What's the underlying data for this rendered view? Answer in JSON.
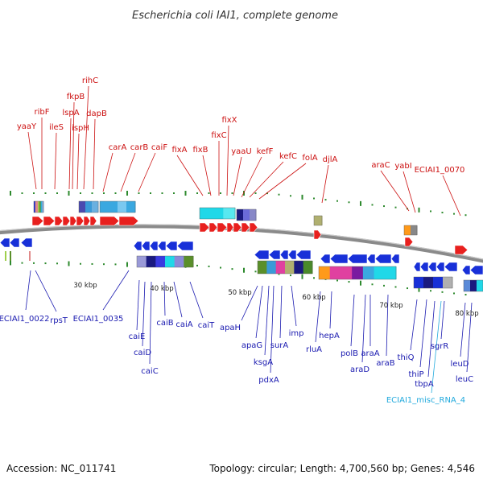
{
  "title": "Escherichia coli IAI1, complete genome",
  "footer": {
    "accession": "Accession: NC_011741",
    "summary": "Topology: circular; Length: 4,700,560 bp; Genes: 4,546"
  },
  "colors": {
    "forward_gene": "#e8201e",
    "reverse_gene": "#1830d8",
    "forward_label": "#cc1111",
    "reverse_label": "#1a1ab0",
    "misc_rna_label": "#22aadd",
    "backbone": "#8a8a8a",
    "tick": "#2e8a2e"
  },
  "scale_ticks": [
    "30 kbp",
    "40 kbp",
    "50 kbp",
    "60 kbp",
    "70 kbp",
    "80 kbp"
  ],
  "forward_genes": [
    "yaaY",
    "ribF",
    "ileS",
    "lspA",
    "fkpB",
    "ispH",
    "rihC",
    "dapB",
    "carA",
    "carB",
    "caiF",
    "fixA",
    "fixB",
    "fixC",
    "fixX",
    "yaaU",
    "kefF",
    "kefC",
    "folA",
    "djlA",
    "araC",
    "yabI",
    "ECIAI1_0070"
  ],
  "reverse_genes": [
    "ECIAI1_0022",
    "rpsT",
    "ECIAI1_0035",
    "caiE",
    "caiD",
    "caiC",
    "caiB",
    "caiA",
    "caiT",
    "apaH",
    "apaG",
    "ksgA",
    "pdxA",
    "surA",
    "imp",
    "rluA",
    "hepA",
    "polB",
    "araD",
    "araA",
    "araB",
    "thiQ",
    "thiP",
    "tbpA",
    "sgrR",
    "leuD",
    "leuC"
  ],
  "misc_rna": [
    "ECIAI1_misc_RNA_4"
  ]
}
